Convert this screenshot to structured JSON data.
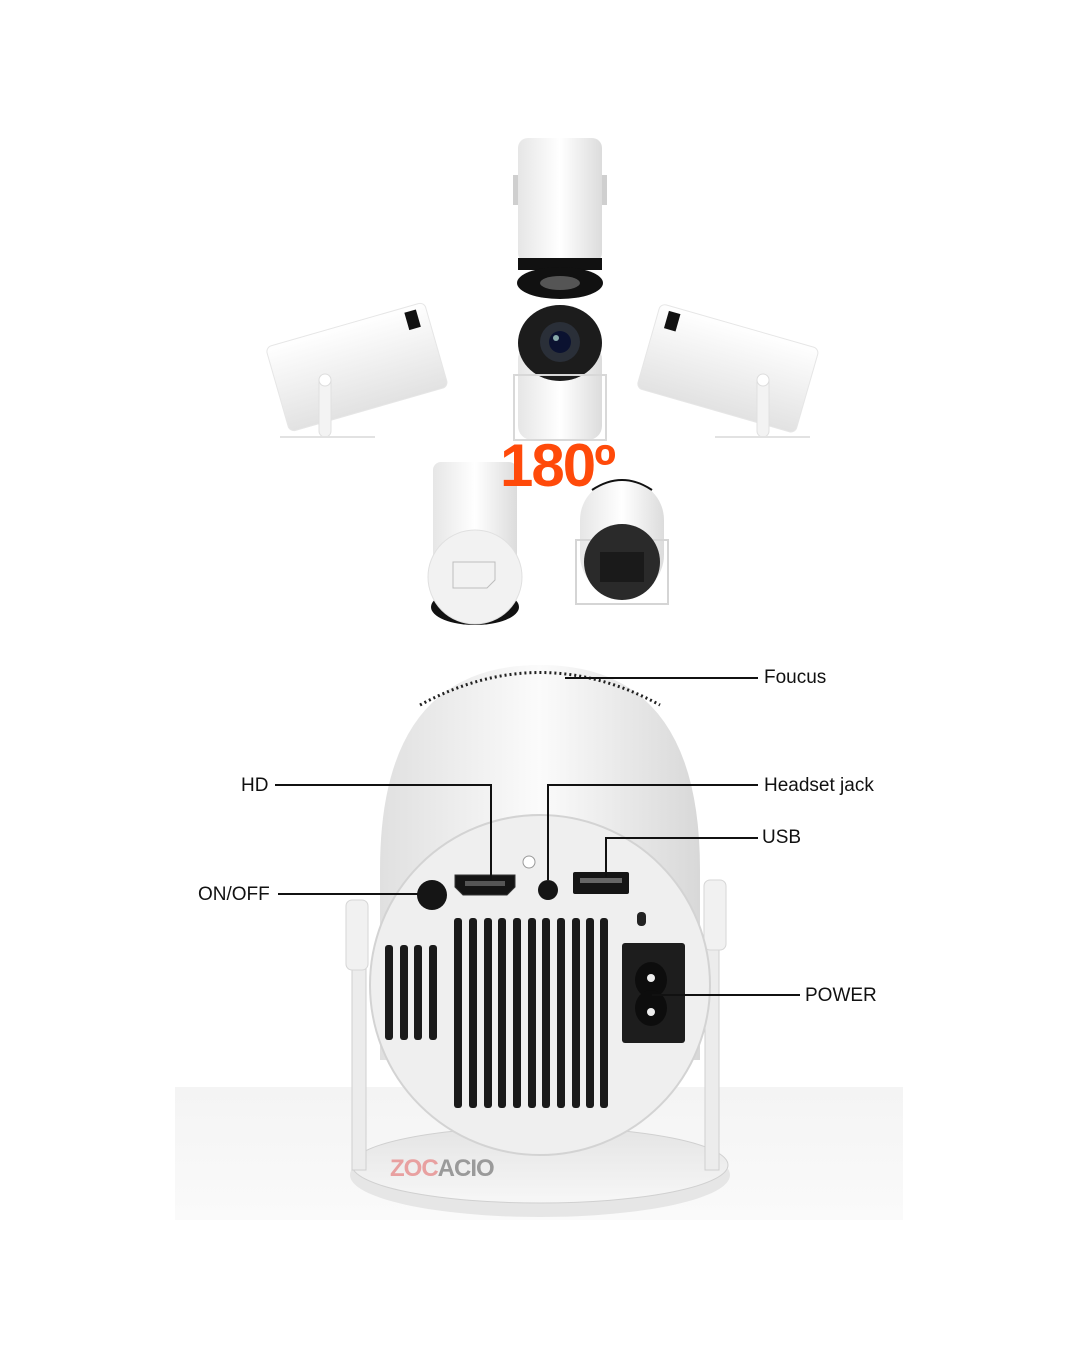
{
  "colors": {
    "accent": "#ff4a0a",
    "body_white": "#f2f2f2",
    "port_black": "#1a1a1a",
    "label_text": "#111111"
  },
  "rotation": {
    "angle_label": "180º"
  },
  "callouts": {
    "focus": "Foucus",
    "hd": "HD",
    "headset_jack": "Headset jack",
    "usb": "USB",
    "on_off": "ON/OFF",
    "power": "POWER"
  },
  "watermark": {
    "part1": "ZOC",
    "part2": "ACIO"
  }
}
